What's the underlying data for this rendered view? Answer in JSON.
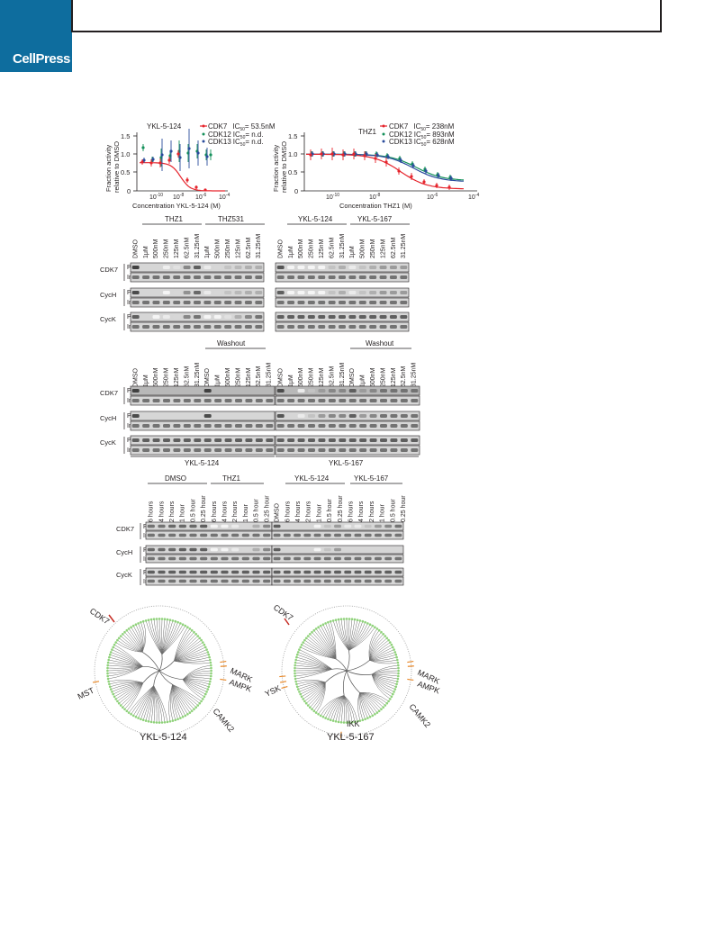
{
  "header": {
    "logo_text": "CellPress"
  },
  "panel_a": {
    "left_chart": {
      "title": "YKL-5-124",
      "ylabel_line1": "Fraction activity",
      "ylabel_line2": "relative to DMSO",
      "xlabel": "Concentration YKL-5-124 (M)",
      "legend": [
        {
          "label": "CDK7",
          "ic50": "IC",
          "sub": "50",
          "value": "= 53.5nM",
          "color": "#e6242c"
        },
        {
          "label": "CDK12",
          "ic50": "IC",
          "sub": "50",
          "value": "= n.d.",
          "color": "#14905a"
        },
        {
          "label": "CDK13",
          "ic50": "IC",
          "sub": "50",
          "value": "= n.d.",
          "color": "#2a4c9c"
        }
      ],
      "y_ticks": [
        "0",
        "0.5",
        "1.0",
        "1.5"
      ],
      "x_ticks": [
        "10",
        "10",
        "10"
      ],
      "x_tick_exp": [
        "-10",
        "-8",
        "-6"
      ],
      "x_tick_last": "10",
      "x_tick_last_exp": "-4"
    },
    "right_chart": {
      "title": "THZ1",
      "ylabel_line1": "Fraction activity",
      "ylabel_line2": "relative to DMSO",
      "xlabel": "Concentration THZ1 (M)",
      "legend": [
        {
          "label": "CDK7",
          "ic50": "IC",
          "sub": "50",
          "value": "= 238nM",
          "color": "#e6242c"
        },
        {
          "label": "CDK12",
          "ic50": "IC",
          "sub": "50",
          "value": "= 893nM",
          "color": "#14905a"
        },
        {
          "label": "CDK13",
          "ic50": "IC",
          "sub": "50",
          "value": "= 628nM",
          "color": "#2a4c9c"
        }
      ],
      "y_ticks": [
        "0",
        "0.5",
        "1.0",
        "1.5"
      ],
      "x_ticks": [
        "10",
        "10"
      ],
      "x_tick_exp": [
        "-10",
        "-8"
      ],
      "x_tick_mid": "10",
      "x_tick_mid_exp": "-6",
      "x_tick_last": "10",
      "x_tick_last_exp": "-4"
    }
  },
  "blots": {
    "conc_labels": [
      "1μM",
      "500nM",
      "250nM",
      "125nM",
      "62.5nM",
      "31.25nM"
    ],
    "time_labels": [
      "6 hours",
      "4 hours",
      "2 hours",
      "1 hour",
      "0.5 hour",
      "0.25 hour"
    ],
    "dmso": "DMSO",
    "pd": "PD",
    "input": "Input",
    "cdk7": "CDK7",
    "cych": "CycH",
    "cyck": "CycK",
    "washout": "Washout",
    "row1": {
      "left_groups": [
        "THZ1",
        "THZ531"
      ],
      "right_groups": [
        "YKL-5-124",
        "YKL-5-167"
      ]
    },
    "row2": {
      "left_bottom": "YKL-5-124",
      "right_bottom": "YKL-5-167"
    },
    "row3": {
      "left_groups": [
        "DMSO",
        "THZ1"
      ],
      "right_groups": [
        "YKL-5-124",
        "YKL-5-167"
      ]
    }
  },
  "trees": {
    "left": {
      "title": "YKL-5-124",
      "labels": [
        "CDK7",
        "MARK",
        "AMPK",
        "MST",
        "CAMK2"
      ]
    },
    "right": {
      "title": "YKL-5-167",
      "labels": [
        "CDK7",
        "MARK",
        "AMPK",
        "YSK",
        "CAMK2",
        "IKK"
      ]
    }
  }
}
